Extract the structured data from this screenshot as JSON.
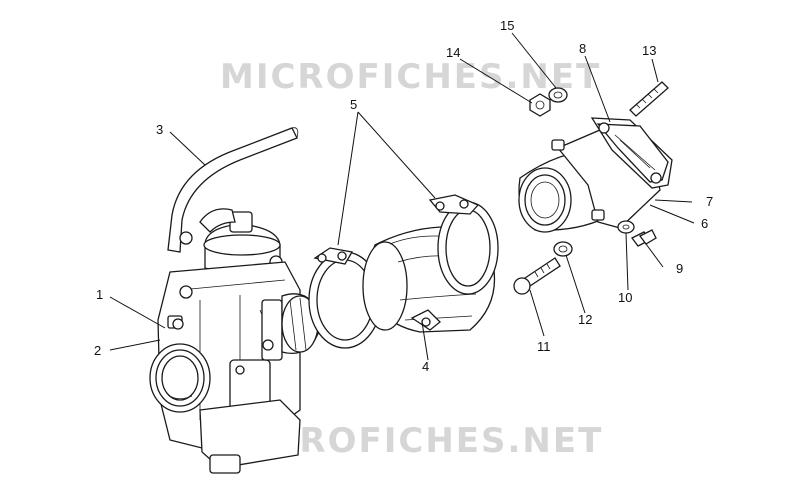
{
  "watermark": {
    "text_top": "MICROFICHES.NET",
    "text_bottom": "MICROFICHES.NET"
  },
  "callouts": {
    "c1": "1",
    "c2": "2",
    "c3": "3",
    "c4": "4",
    "c5": "5",
    "c6": "6",
    "c7": "7",
    "c8": "8",
    "c9": "9",
    "c10": "10",
    "c11": "11",
    "c12": "12",
    "c13": "13",
    "c14": "14",
    "c15": "15"
  }
}
